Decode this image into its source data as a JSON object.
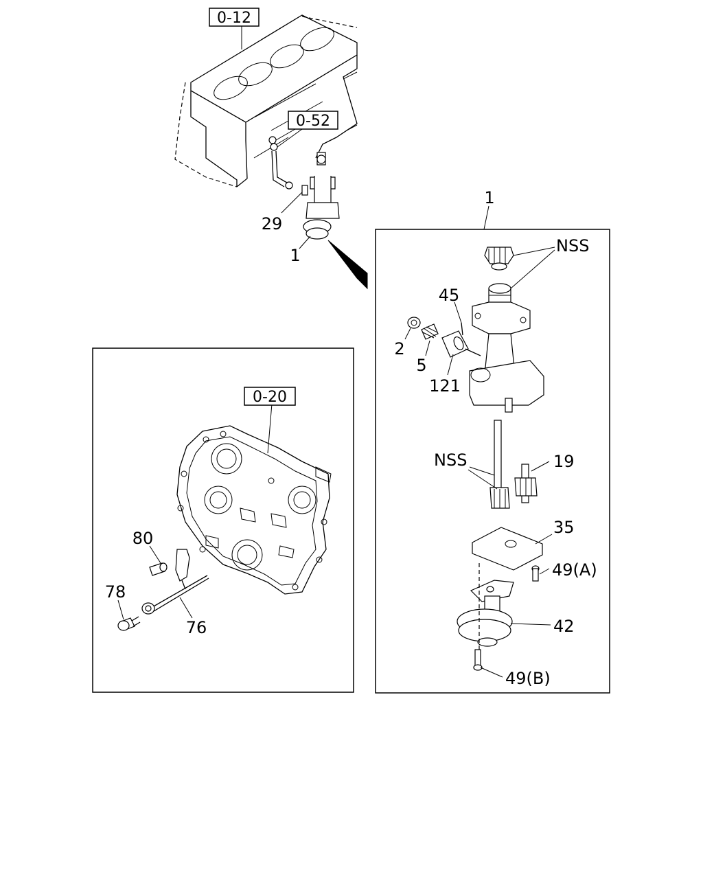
{
  "refs": {
    "r0_12": "0-12",
    "r0_52": "0-52",
    "r0_20": "0-20"
  },
  "callouts": {
    "c1_top": "1",
    "c1_assembly": "1",
    "c29": "29",
    "cNSS_top": "NSS",
    "cNSS_mid": "NSS",
    "c45": "45",
    "c2": "2",
    "c5": "5",
    "c121": "121",
    "c19": "19",
    "c35": "35",
    "c49A": "49(A)",
    "c42": "42",
    "c49B": "49(B)",
    "c80": "80",
    "c78": "78",
    "c76": "76"
  }
}
